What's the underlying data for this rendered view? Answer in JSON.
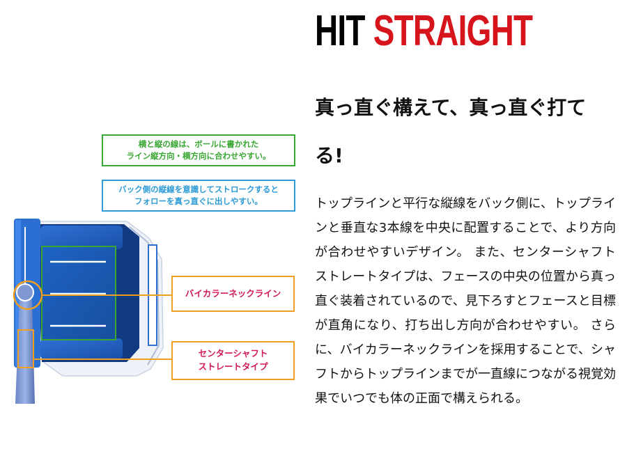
{
  "headline": {
    "word1": "HIT",
    "word2": "STRAIGHT"
  },
  "subheading": "真っ直ぐ構えて、真っ直ぐ打てる!",
  "body": "トップラインと平行な縦線をバック側に、トップラインと垂直な3本線を中央に配置することで、より方向が合わせやすいデザイン。 また、センターシャフトストレートタイプは、フェースの中央の位置から真っ直ぐ装着されているので、見下ろすとフェースと目標が直角になり、打ち出し方向が合わせやすい。 さらに、バイカラーネックラインを採用することで、シャフトからトップラインまでが一直線につながる視覚効果でいつでも体の正面で構えられる。",
  "callouts": {
    "green": {
      "line1": "横と縦の線は、ボールに書かれた",
      "line2": "ライン縦方向・横方向に合わせやすい。"
    },
    "blue": {
      "line1": "バック側の縦線を意識してストロークすると",
      "line2": "フォローを真っ直ぐに出しやすい。"
    },
    "neck": {
      "line1": "バイカラーネックライン"
    },
    "shaft": {
      "line1": "センターシャフト",
      "line2": "ストレートタイプ"
    }
  },
  "colors": {
    "headline_black": "#000000",
    "headline_red": "#d6141c",
    "callout_green": "#3aa735",
    "callout_blue": "#2c9bd6",
    "callout_orange": "#f0a01e",
    "callout_text_red": "#d1185a",
    "putter_blue": "#1f5fbf",
    "putter_navy": "#123a80",
    "putter_white": "#eef2f8"
  }
}
